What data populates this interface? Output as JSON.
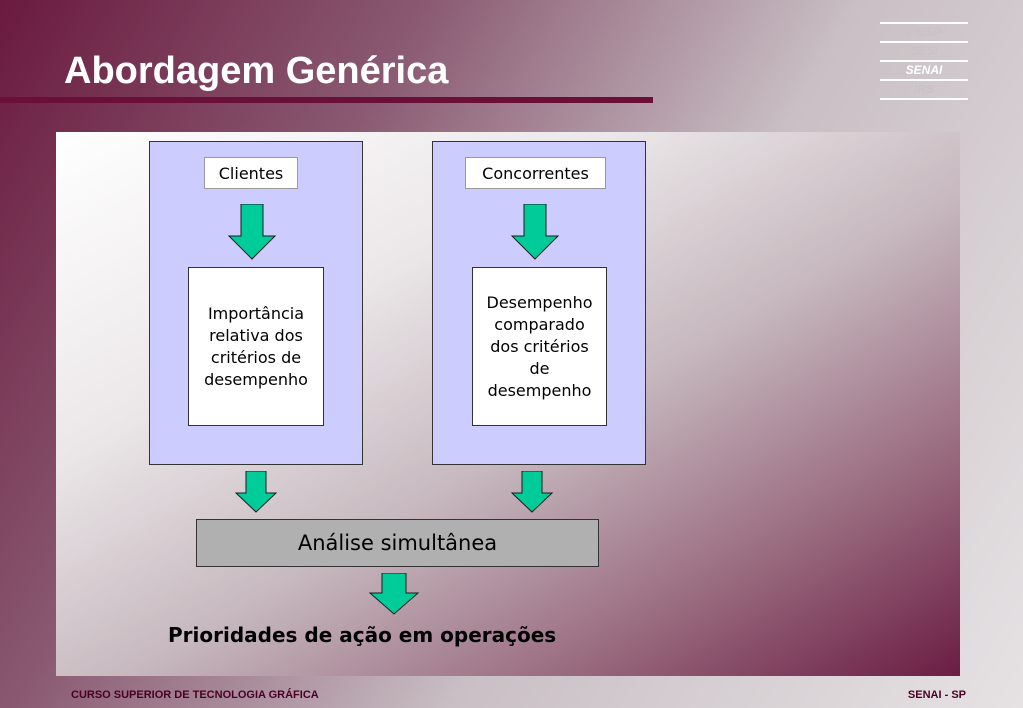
{
  "title": "Abordagem Genérica",
  "logo": [
    "FIESP",
    "SESI",
    "SENAI",
    "IRS"
  ],
  "diagram": {
    "left_group": {
      "header": "Clientes",
      "box_lines": [
        "Importância",
        "relativa dos",
        "critérios de",
        "desempenho"
      ]
    },
    "right_group": {
      "header": "Concorrentes",
      "box_lines": [
        "Desempenho",
        "comparado",
        "dos critérios",
        "de",
        "desempenho"
      ]
    },
    "analysis": "Análise simultânea",
    "result": "Prioridades de ação em operações"
  },
  "colors": {
    "group_fill": "#ccccff",
    "arrow_fill": "#00cc99",
    "analysis_fill": "#b0b0b0",
    "title_rule": "#6a0f38"
  },
  "footer": {
    "left": "CURSO SUPERIOR DE TECNOLOGIA GRÁFICA",
    "right": "SENAI - SP"
  }
}
